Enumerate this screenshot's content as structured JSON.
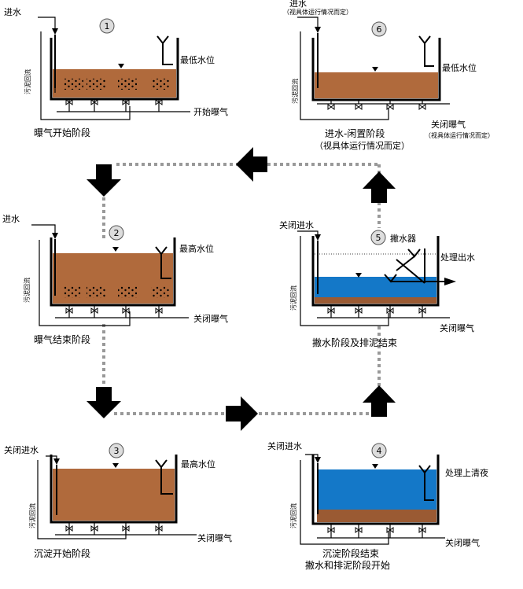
{
  "colors": {
    "sludge": "#9a5a33",
    "mixed_liquor": "#b06a3c",
    "clear_water": "#1478c8",
    "flow_arrow": "#000000",
    "dotted_path": "#999999",
    "step_circle": "#dddddd"
  },
  "stages": [
    {
      "number": "1",
      "inflow": "进水",
      "return": "污泥回流",
      "level": "最低水位",
      "aeration": "开始曝气",
      "caption": "曝气开始阶段"
    },
    {
      "number": "2",
      "inflow": "进水",
      "return": "污泥回流",
      "level": "最高水位",
      "aeration": "关闭曝气",
      "caption": "曝气结束阶段"
    },
    {
      "number": "3",
      "inflow": "关闭进水",
      "return": "污泥回流",
      "level": "最高水位",
      "aeration": "关闭曝气",
      "caption": "沉淀开始阶段"
    },
    {
      "number": "4",
      "inflow": "关闭进水",
      "return": "污泥回流",
      "level": "处理上清夜",
      "aeration": "关闭曝气",
      "caption": "沉淀阶段结束",
      "caption2": "撇水和排泥阶段开始"
    },
    {
      "number": "5",
      "inflow": "关闭进水",
      "return": "污泥回流",
      "decanter": "撇水器",
      "outflow": "处理出水",
      "aeration": "关闭曝气",
      "caption": "撇水阶段及排泥结束"
    },
    {
      "number": "6",
      "inflow": "进水",
      "inflow_note": "（视具体运行情况而定）",
      "return": "污泥回流",
      "level": "最低水位",
      "aeration": "关闭曝气",
      "aeration_note": "（视具体运行情况而定）",
      "caption": "进水-闲置阶段",
      "caption2": "（视具体运行情况而定）"
    }
  ]
}
